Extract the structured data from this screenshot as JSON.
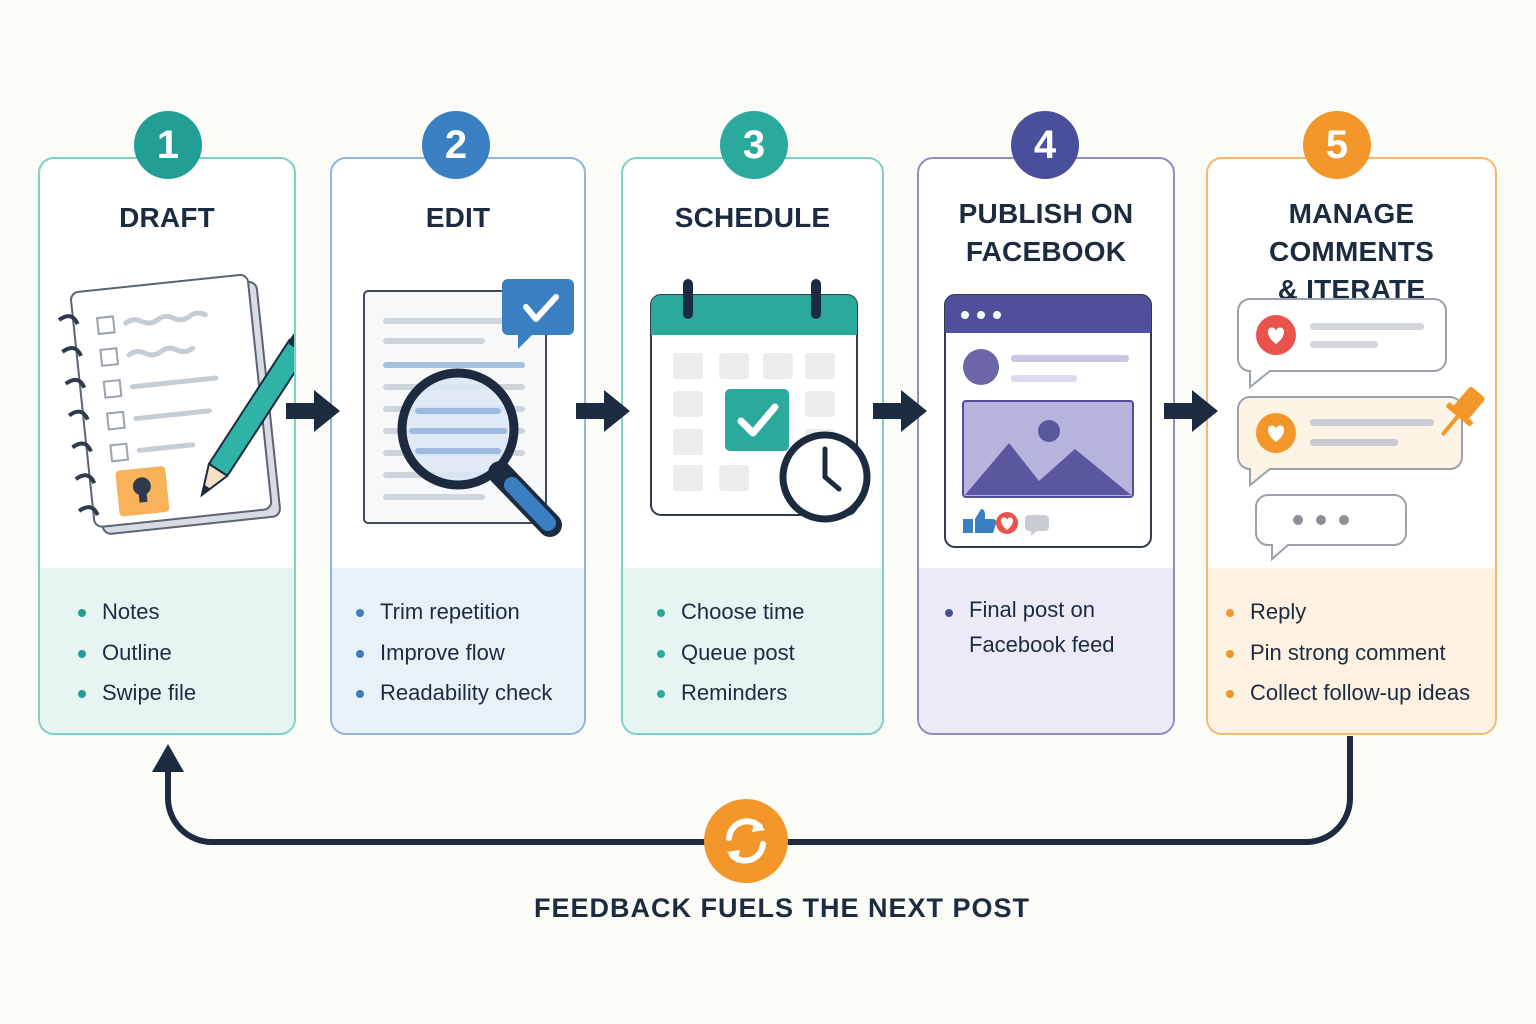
{
  "steps": [
    {
      "number": "1",
      "title": [
        "DRAFT"
      ],
      "bullets": [
        "Notes",
        "Outline",
        "Swipe file"
      ],
      "color": "#239e95",
      "panel": "#e6f5f2"
    },
    {
      "number": "2",
      "title": [
        "EDIT"
      ],
      "bullets": [
        "Trim repetition",
        "Improve flow",
        "Readability check"
      ],
      "color": "#3a7fc1",
      "panel": "#e8f0f8"
    },
    {
      "number": "3",
      "title": [
        "SCHEDULE"
      ],
      "bullets": [
        "Choose time",
        "Queue post",
        "Reminders"
      ],
      "color": "#2aa99c",
      "panel": "#e6f5f2"
    },
    {
      "number": "4",
      "title": [
        "PUBLISH ON",
        "FACEBOOK"
      ],
      "bullets": [
        "Final post on Facebook feed"
      ],
      "color": "#4a4f9c",
      "panel": "#eceaf6"
    },
    {
      "number": "5",
      "title": [
        "MANAGE COMMENTS",
        "& ITERATE"
      ],
      "bullets": [
        "Reply",
        "Pin strong comment",
        "Collect follow-up ideas"
      ],
      "color": "#f4972a",
      "panel": "#fdf2e2"
    }
  ],
  "feedback_label": "FEEDBACK FUELS THE NEXT POST",
  "icons": {
    "step1": "notebook-pencil-icon",
    "step2": "document-magnifier-icon",
    "step3": "calendar-clock-icon",
    "step4": "facebook-post-icon",
    "step5": "comments-icon",
    "arrow": "right-arrow-icon",
    "loop": "refresh-cycle-icon"
  },
  "colors": {
    "navy": "#1d2b40",
    "orange": "#f4972a",
    "teal": "#239e95",
    "blue": "#3a7fc1",
    "purple": "#4a4f9c"
  }
}
